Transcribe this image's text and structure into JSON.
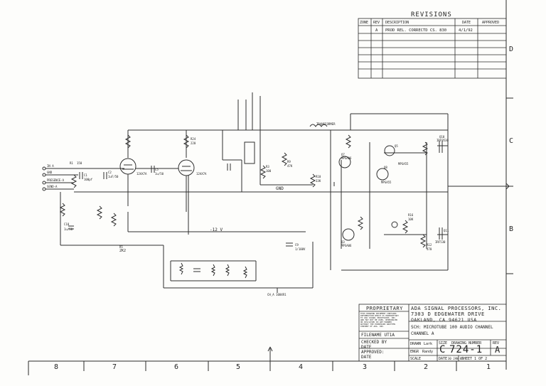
{
  "revisions": {
    "title": "REVISIONS",
    "headers": {
      "zone": "ZONE",
      "rev": "REV",
      "description": "DESCRIPTION",
      "date": "DATE",
      "approved": "APPROVED"
    },
    "row": {
      "rev": "A",
      "description": "PROD REL. CORRECTD CS. 830",
      "date": "4/1/92"
    }
  },
  "title_block": {
    "proprietary": "PROPRIETARY",
    "proprietary_text": [
      "THIS DRAWING DOCUMENT CONTAINS",
      "INFORMATION WHICH IS PROPRIETARY",
      "TO ADA SIGNAL PROCESSORS. INC.",
      "AND MAY NOT BE USED, REPRODUCED",
      "OR DISCLOSED IN ANY MANNER",
      "WITHOUT THE EXPRESSED WRITTEN",
      "CONSENT OF ADA. INC."
    ],
    "company": "ADA SIGNAL PROCESSORS, INC.",
    "address1": "7303 D EDGEWATER DRIVE",
    "address2": "OAKLAND, CA 94621  USA",
    "sheet_title1": "SCH: MICROTUBE 100 AUDIO CHANNEL",
    "sheet_title2": "CHANNEL A",
    "filename": "FILENAME UT1A",
    "checked_by": "CHECKED BY",
    "date_label": "DATE",
    "approved": "APPROVED:",
    "approved_date": "DATE",
    "drawn_label": "DRAWN",
    "drawn_value": "Lark",
    "size_label": "SIZE",
    "size_value": "C",
    "drawing_number_label": "DRAWING NUMBER",
    "drawing_number": "724-1",
    "rev_label": "REV",
    "rev_value": "A",
    "engr_label": "ENGR",
    "engr_value": "Randy",
    "scale_label": "SCALE",
    "date2_label": "DATE",
    "date2_value": "30 JAN 88",
    "sheet": "SHEET 1  OF 2"
  },
  "zones": {
    "bottom": [
      "8",
      "7",
      "6",
      "5",
      "4",
      "3",
      "2",
      "1"
    ],
    "right": [
      "D",
      "C",
      "B"
    ]
  },
  "labels": {
    "gnd": "GND",
    "neg12": "-12 V",
    "in_a": "IN A",
    "gnd_in": "GND",
    "presence": "PRESENCE-A",
    "send": "SEND-A",
    "c1": "C1",
    "c1v": "100pf",
    "r1": "R1",
    "r1v": "150",
    "c2": "C2",
    "c2v": "1uF/50",
    "c5": "C5",
    "c5v": "1u/50",
    "v1": "12AX7A",
    "v2": "12AX7A",
    "r24": "R24",
    "r24v": "220",
    "c18": "C18",
    "c18v": "1u/50",
    "t1": "TRANSFORMER",
    "q7": "Q7",
    "q7v": "MPSA06",
    "q8": "Q8",
    "q8v": "MPSA55",
    "q3": "Q3",
    "q3v": "MPSA06",
    "q5": "Q5",
    "q5v": "MPSA55",
    "q10": "Q10",
    "q10v": "IRF9530",
    "q11": "Q11",
    "q11v": "IRF530",
    "r3": "R3",
    "r3v": "100",
    "c9": "C9",
    "c9v": "1/100V",
    "r5": "R5",
    "r5v": "2K2",
    "r9": "R9",
    "r9v": "47K",
    "r10": "R10",
    "r10v": "33K",
    "r16": "R16",
    "r16v": "10K",
    "r12": "R12",
    "r12v": "470",
    "to_board": "CH_A 1084R1"
  }
}
